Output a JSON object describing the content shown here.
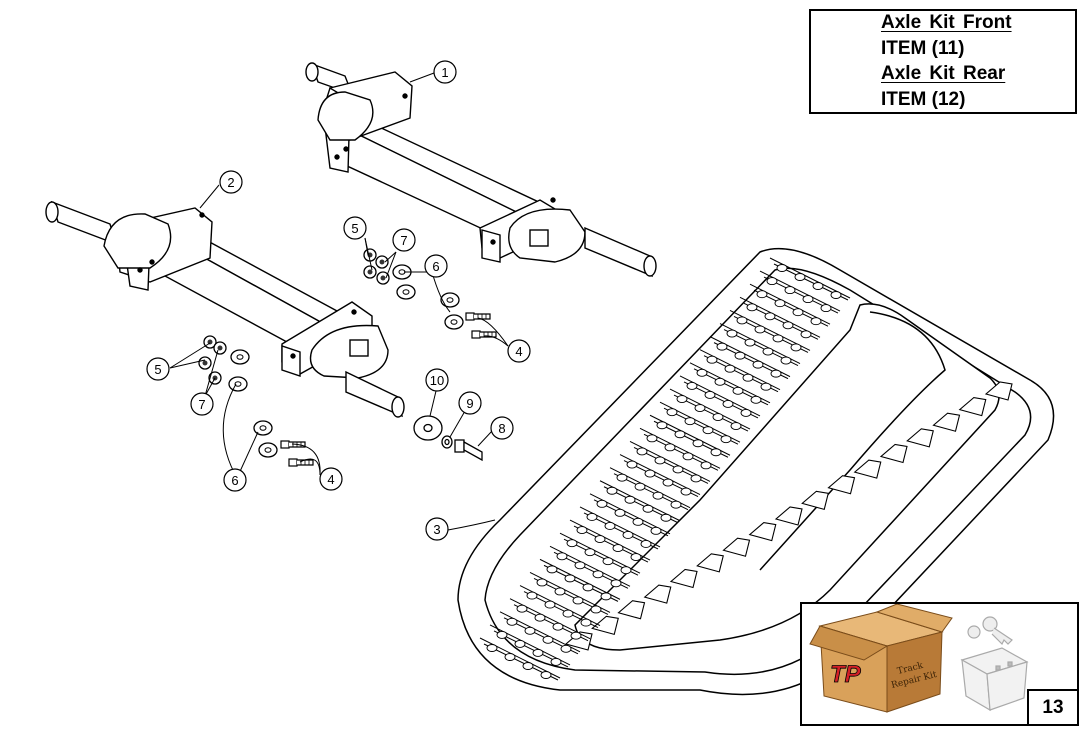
{
  "legend": {
    "lines": [
      {
        "text": "Axle Kit Front",
        "underline": true
      },
      {
        "text": "ITEM (11)",
        "underline": false
      },
      {
        "text": "Axle Kit Rear",
        "underline": true
      },
      {
        "text": "ITEM (12)",
        "underline": false
      }
    ]
  },
  "callouts": [
    "1",
    "2",
    "3",
    "4",
    "4",
    "5",
    "5",
    "6",
    "6",
    "7",
    "7",
    "8",
    "9",
    "10"
  ],
  "kit": {
    "logo_text": "TP",
    "box_label_line1": "Track",
    "box_label_line2": "Repair Kit",
    "box_color": "#d9a15a",
    "box_side_color": "#b87a37",
    "logo_red": "#d42027"
  },
  "page_number": "13",
  "icons": [
    "kit-box-icon",
    "key-icon",
    "lock-block-icon"
  ]
}
